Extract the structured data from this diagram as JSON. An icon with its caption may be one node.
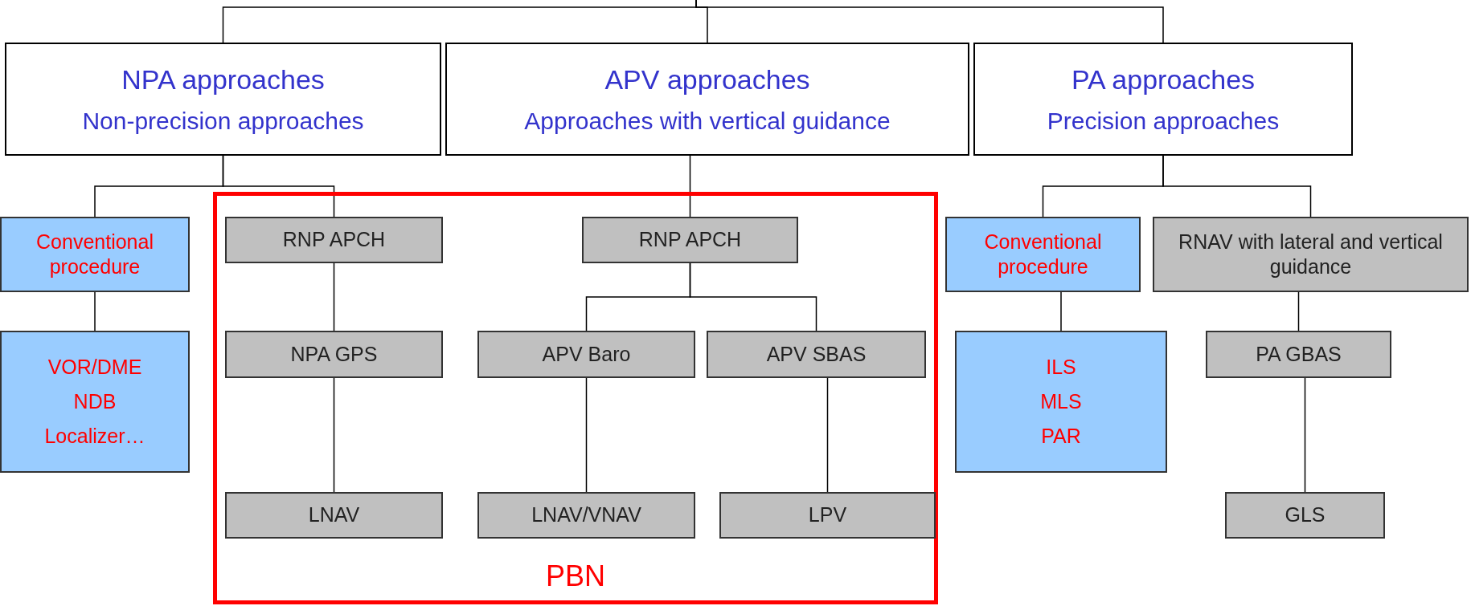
{
  "diagram": {
    "nodes": [
      {
        "text": [
          "NPA approaches",
          "Non-precision approaches"
        ]
      },
      {
        "text": [
          "APV approaches",
          "Approaches with vertical guidance"
        ]
      },
      {
        "text": [
          "PA approaches",
          "Precision approaches"
        ]
      },
      {
        "text": [
          "PBN"
        ]
      },
      {
        "text": [
          "Conventional procedure"
        ]
      },
      {
        "text": [
          "RNP APCH"
        ],
        "in": 3
      },
      {
        "text": [
          "RNP APCH"
        ],
        "in": 3
      },
      {
        "text": [
          "Conventional procedure"
        ]
      },
      {
        "text": [
          "RNAV with lateral and vertical guidance"
        ]
      },
      {
        "text": [
          "VOR/DME",
          "NDB",
          "Localizer…"
        ]
      },
      {
        "text": [
          "NPA GPS"
        ],
        "in": 3
      },
      {
        "text": [
          "APV Baro"
        ],
        "in": 3
      },
      {
        "text": [
          "APV SBAS"
        ],
        "in": 3
      },
      {
        "text": [
          "ILS",
          "MLS",
          "PAR"
        ]
      },
      {
        "text": [
          "PA GBAS"
        ]
      },
      {
        "text": [
          "LNAV"
        ],
        "in": 3
      },
      {
        "text": [
          "LNAV/VNAV"
        ],
        "in": 3
      },
      {
        "text": [
          "LPV"
        ],
        "in": 3
      },
      {
        "text": [
          "GLS"
        ]
      }
    ],
    "edges": [
      {
        "from": null,
        "to": 0,
        "arrow": "none"
      },
      {
        "from": null,
        "to": 1,
        "arrow": "none"
      },
      {
        "from": null,
        "to": 2,
        "arrow": "none"
      },
      {
        "from": 0,
        "to": 4,
        "arrow": "none"
      },
      {
        "from": 0,
        "to": 5,
        "arrow": "none"
      },
      {
        "from": 1,
        "to": 6,
        "arrow": "none"
      },
      {
        "from": 2,
        "to": 7,
        "arrow": "none"
      },
      {
        "from": 2,
        "to": 8,
        "arrow": "none"
      },
      {
        "from": 4,
        "to": 9,
        "arrow": "none"
      },
      {
        "from": 5,
        "to": 10,
        "arrow": "none"
      },
      {
        "from": 6,
        "to": 11,
        "arrow": "none"
      },
      {
        "from": 6,
        "to": 12,
        "arrow": "none"
      },
      {
        "from": 7,
        "to": 13,
        "arrow": "none"
      },
      {
        "from": 8,
        "to": 14,
        "arrow": "none"
      },
      {
        "from": 10,
        "to": 15,
        "arrow": "none"
      },
      {
        "from": 11,
        "to": 16,
        "arrow": "none"
      },
      {
        "from": 12,
        "to": 17,
        "arrow": "none"
      },
      {
        "from": 14,
        "to": 18,
        "arrow": "none"
      }
    ]
  }
}
